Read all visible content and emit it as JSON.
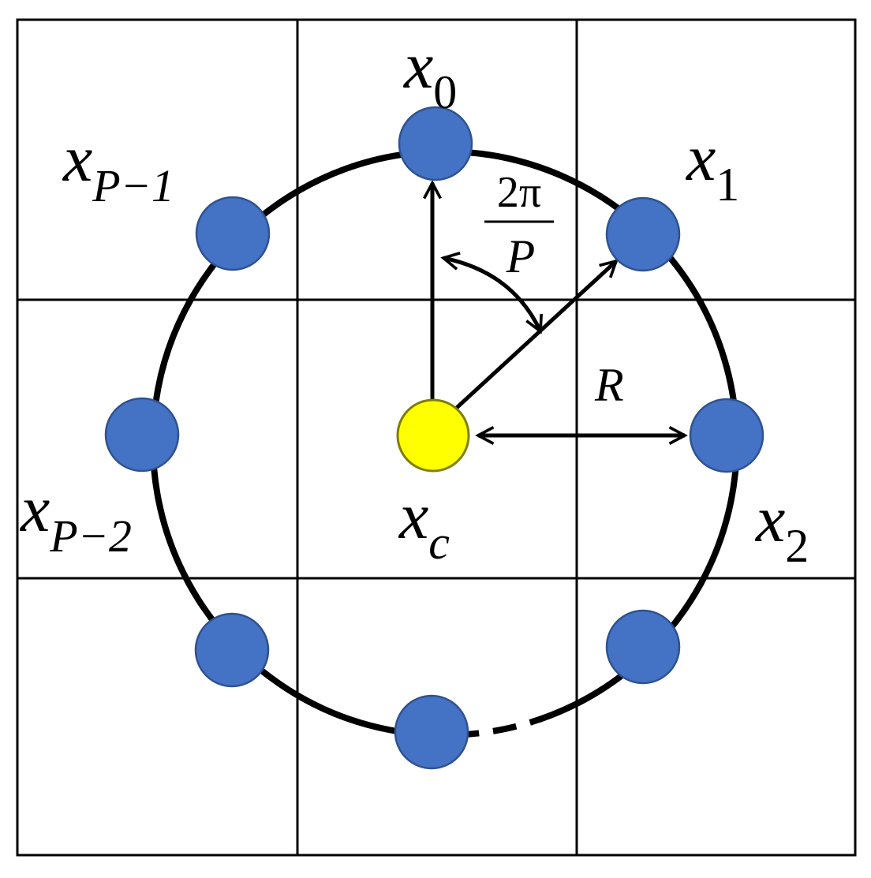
{
  "colors": {
    "background": "#ffffff",
    "grid_line": "#000000",
    "circle_line": "#000000",
    "neighbor_fill": "#4472c4",
    "neighbor_stroke": "#2f528f",
    "center_fill": "#ffff00",
    "center_stroke": "#7f7f00"
  },
  "labels": {
    "x0": {
      "base": "x",
      "sub": "0"
    },
    "x1": {
      "base": "x",
      "sub": "1"
    },
    "x2": {
      "base": "x",
      "sub": "2"
    },
    "xp1": {
      "base": "x",
      "sub": "P−1"
    },
    "xp2": {
      "base": "x",
      "sub": "P−2"
    },
    "xc": {
      "base": "x",
      "sub": "c"
    },
    "angle": {
      "numerator": "2π",
      "denominator": "P"
    },
    "radius": "R"
  }
}
